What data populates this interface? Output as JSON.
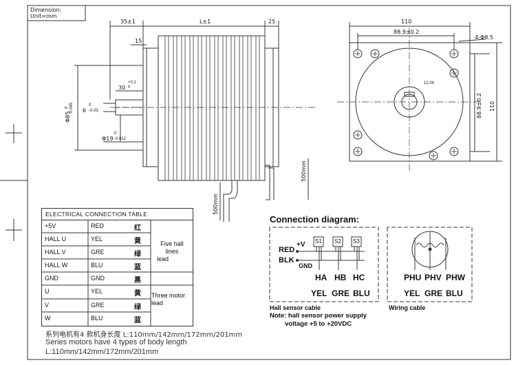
{
  "title_box": {
    "line1": "Dimension:",
    "line2": "Unit=mm"
  },
  "side_view": {
    "dim_35": "35±1",
    "dim_L": "L±1",
    "dim_25": "25",
    "dim_15": "15",
    "dim_30": "30",
    "dim_30_tol": "+0.2",
    "dim_30_tol2": "0",
    "dim_dia85": "Φ85",
    "dim_dia85_tol": "0",
    "dim_dia85_tol2": "-0.045",
    "dim_6": "6",
    "dim_6_tol": "0",
    "dim_6_tol2": "-0.03",
    "dim_dia19": "Φ19",
    "dim_dia19_tol": "0",
    "dim_dia19_tol2": "-0.012",
    "cable_500_left": "500mm",
    "cable_500_right": "500mm"
  },
  "front_view": {
    "dim_110_top": "110",
    "dim_889_top": "88.9±0.2",
    "dim_hole": "4-Φ8.5",
    "dim_1204": "12.04",
    "dim_889_right": "88.9±0.2",
    "dim_110_right": "110"
  },
  "table": {
    "title": "ELECTRICAL CONNECTION TABLE",
    "rows": [
      {
        "signal": "+5V",
        "color": "RED",
        "cn": "红"
      },
      {
        "signal": "HALL U",
        "color": "YEL",
        "cn": "黄"
      },
      {
        "signal": "HALL V",
        "color": "GRE",
        "cn": "绿"
      },
      {
        "signal": "HALL W",
        "color": "BLU",
        "cn": "蓝"
      },
      {
        "signal": "GND",
        "color": "GND",
        "cn": "黑"
      },
      {
        "signal": "U",
        "color": "YEL",
        "cn": "黄"
      },
      {
        "signal": "V",
        "color": "GRE",
        "cn": "绿"
      },
      {
        "signal": "W",
        "color": "BLU",
        "cn": "蓝"
      }
    ],
    "group_hall": [
      "Five hall",
      "lines",
      "lead"
    ],
    "group_motor": [
      "Three motor",
      "lead"
    ]
  },
  "notes": {
    "cn": "系列电机有4 款机身长度 L:110mm/142mm/172mm/201mm",
    "en1": "Series motors have 4 types of body length",
    "en2": "L:110mm/142mm/172mm/201mm"
  },
  "connection": {
    "heading": "Connection diagram:",
    "red": "RED",
    "v5": "+V",
    "blk": "BLK",
    "gnd": "GND",
    "s1": "S1",
    "s2": "S2",
    "s3": "S3",
    "ha": "HA",
    "hb": "HB",
    "hc": "HC",
    "yel": "YEL",
    "gre": "GRE",
    "blu": "BLU",
    "hall_caption": "Hall sensor cable",
    "note1": "Note: hall sensor power supply",
    "note2": "voltage +5 to +20VDC",
    "phu": "PHU",
    "phv": "PHV",
    "phw": "PHW",
    "yel2": "YEL",
    "gre2": "GRE",
    "blu2": "BLU",
    "wiring_caption": "Wiring cable"
  }
}
